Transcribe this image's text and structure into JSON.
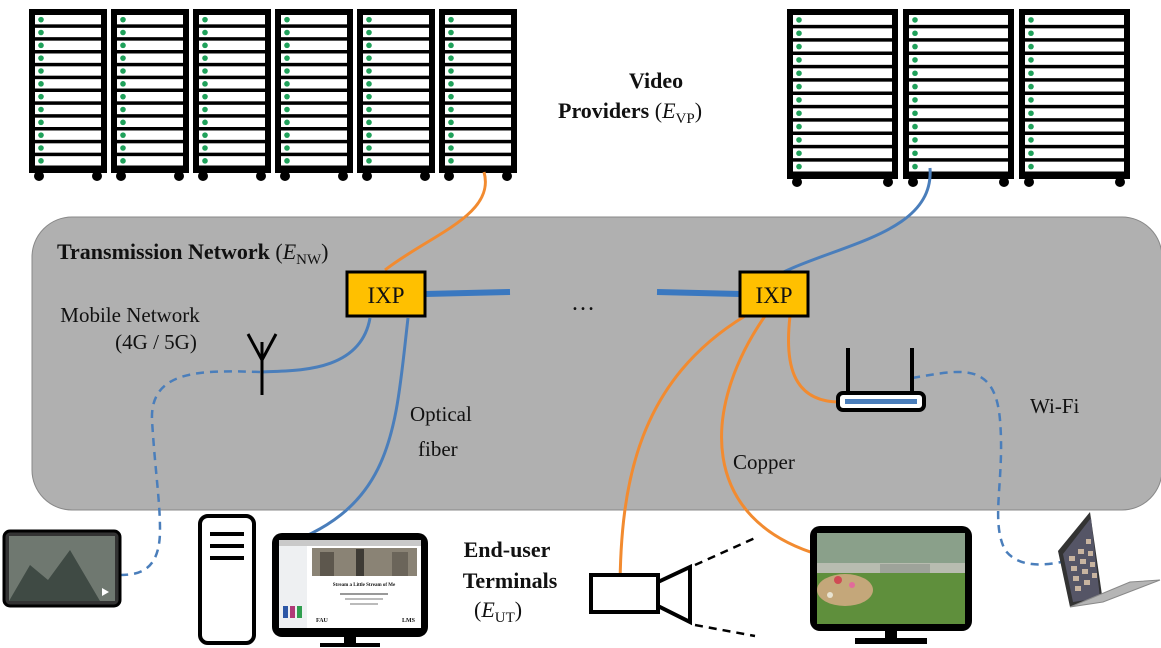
{
  "network": {
    "title": "Transmission Network",
    "title_sym": "E",
    "title_sub": "NW",
    "mobile_line1": "Mobile Network",
    "mobile_line2": "(4G / 5G)",
    "ixp_left": "IXP",
    "ixp_right": "IXP",
    "ellipsis": "…",
    "optical_line1": "Optical",
    "optical_line2": "fiber",
    "copper": "Copper",
    "wifi": "Wi-Fi"
  },
  "providers": {
    "line1": "Video",
    "line2": "Providers",
    "sym": "E",
    "sub": "VP"
  },
  "terminals": {
    "line1": "End-user",
    "line2": "Terminals",
    "sym": "E",
    "sub": "UT"
  },
  "slide": {
    "title": "Stream a Little Stream of Me",
    "logo_left": "FAU",
    "logo_right": "LMS"
  },
  "colors": {
    "cloud": "#b0b0b0",
    "ixp": "#ffc000",
    "fiber": "#4a7ebb",
    "link_bar": "#3a78c0",
    "copper": "#f28b30",
    "server_led": "#1fa15a"
  }
}
